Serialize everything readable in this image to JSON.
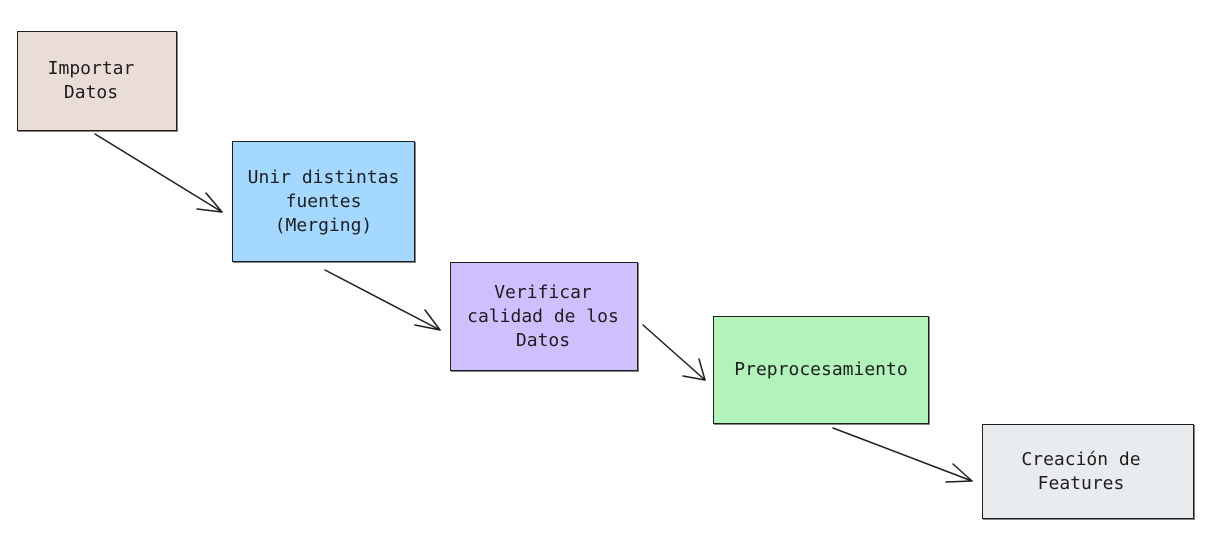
{
  "diagram": {
    "steps": [
      {
        "label": "Importar\nDatos",
        "fill": "#eaddd7"
      },
      {
        "label": "Unir distintas\nfuentes\n(Merging)",
        "fill": "#a5d8ff"
      },
      {
        "label": "Verificar\ncalidad de los\nDatos",
        "fill": "#d0bfff"
      },
      {
        "label": "Preprocesamiento",
        "fill": "#b2f2bb"
      },
      {
        "label": "Creación de\nFeatures",
        "fill": "#e9ecef"
      }
    ],
    "stroke_color": "#1e1e1e",
    "arrow_icon": "arrow-right-down-icon"
  }
}
